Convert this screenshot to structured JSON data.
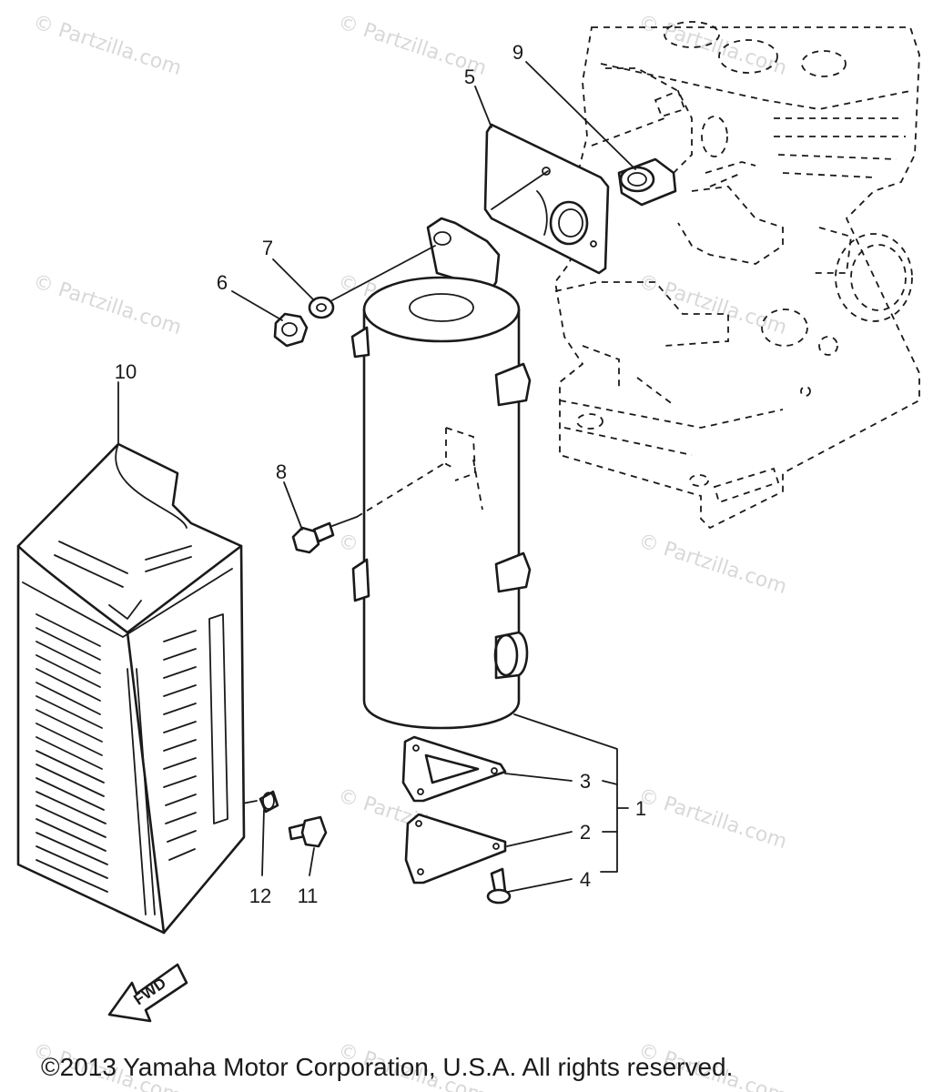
{
  "copyright": "©2013  Yamaha Motor Corporation, U.S.A. All rights reserved.",
  "watermark": "© Partzilla.com",
  "fwd_label": "FWD",
  "callouts": {
    "c1": "1",
    "c2": "2",
    "c3": "3",
    "c4": "4",
    "c5": "5",
    "c6": "6",
    "c7": "7",
    "c8": "8",
    "c9": "9",
    "c10": "10",
    "c11": "11",
    "c12": "12"
  },
  "colors": {
    "line": "#1a1a1a",
    "watermark": "#d8d8d8",
    "background": "#ffffff"
  }
}
